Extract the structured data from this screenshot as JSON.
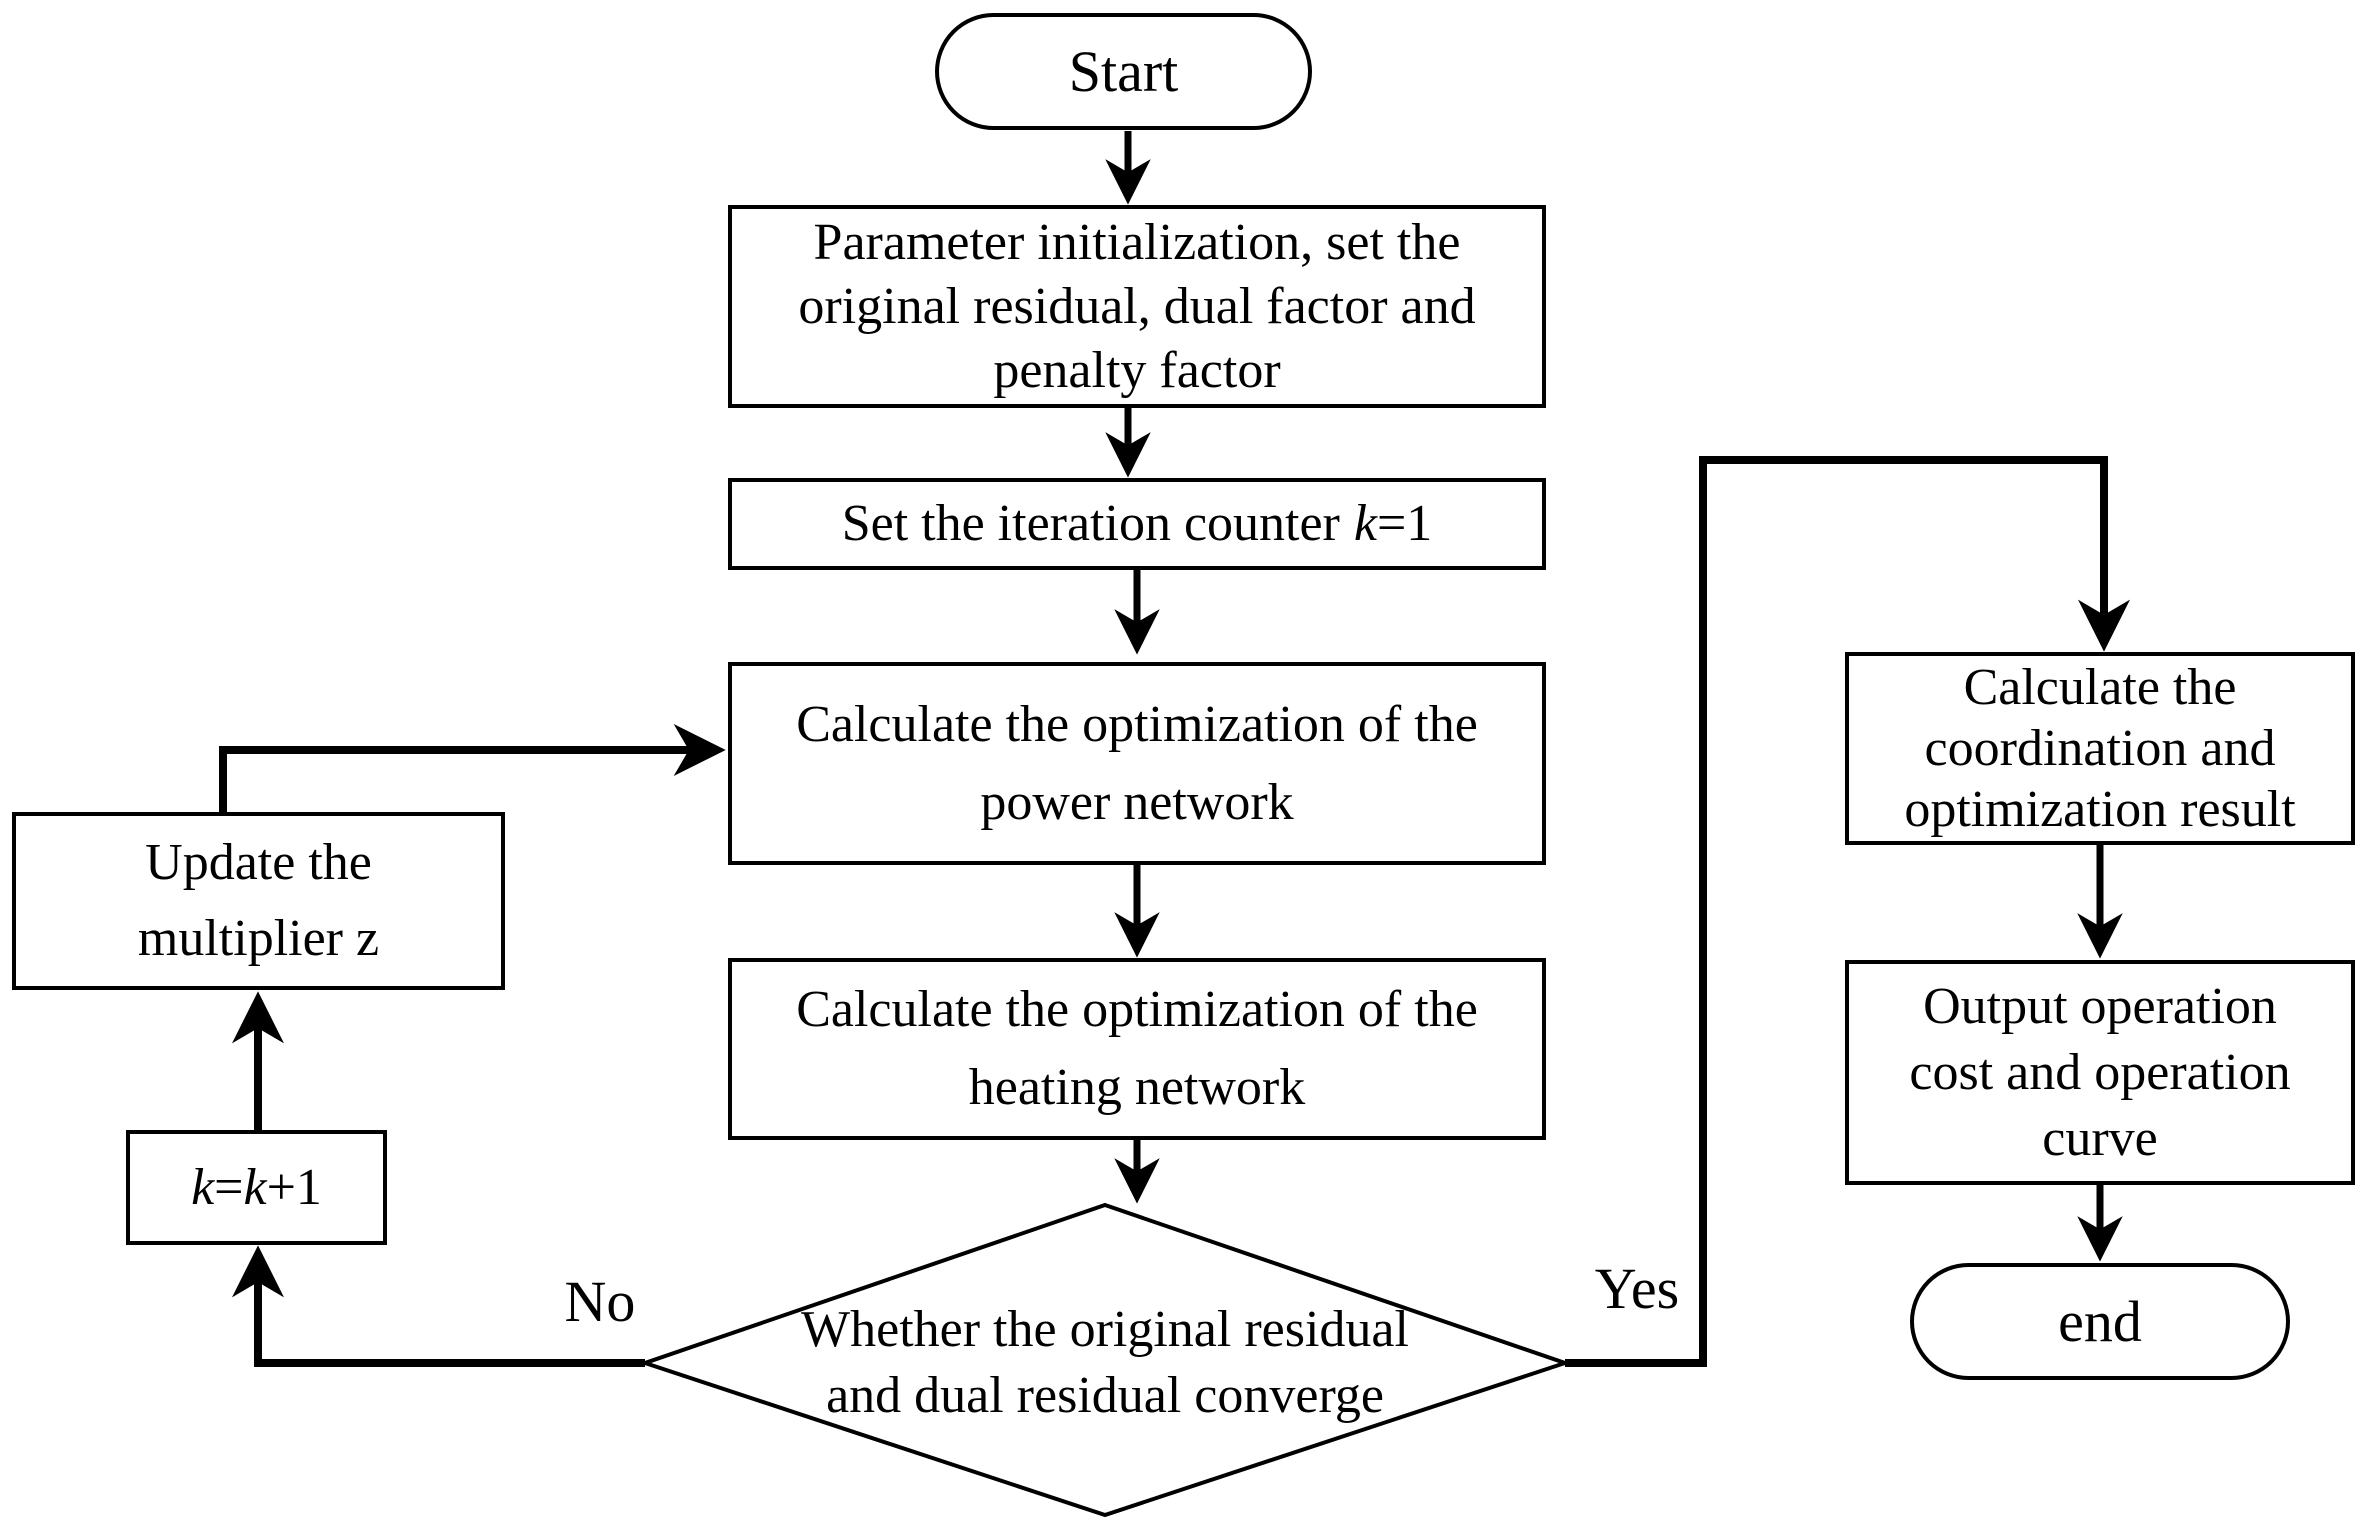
{
  "diagram": {
    "colors": {
      "stroke": "#000000",
      "background": "#ffffff"
    },
    "nodes": {
      "start": {
        "label": "Start"
      },
      "init": {
        "lines": [
          "Parameter initialization, set the",
          "original residual, dual factor and",
          "penalty factor"
        ]
      },
      "counter": {
        "prefix": "Set the iteration counter",
        "var": "k",
        "suffix": "=1"
      },
      "power": {
        "lines": [
          "Calculate the optimization of the",
          "power network"
        ]
      },
      "heating": {
        "lines": [
          "Calculate the optimization of the",
          "heating network"
        ]
      },
      "decision": {
        "lines": [
          "Whether the original residual",
          "and dual residual converge"
        ]
      },
      "update": {
        "lines": [
          "Update the",
          "multiplier z"
        ]
      },
      "increment": {
        "k1": "k",
        "eq": "=",
        "k2": "k",
        "suffix": "+1"
      },
      "coordination": {
        "lines": [
          "Calculate the",
          "coordination and",
          "optimization result"
        ]
      },
      "output": {
        "lines": [
          "Output operation",
          "cost and operation",
          "curve"
        ]
      },
      "end": {
        "label": "end"
      }
    },
    "edge_labels": {
      "no": "No",
      "yes": "Yes"
    }
  }
}
